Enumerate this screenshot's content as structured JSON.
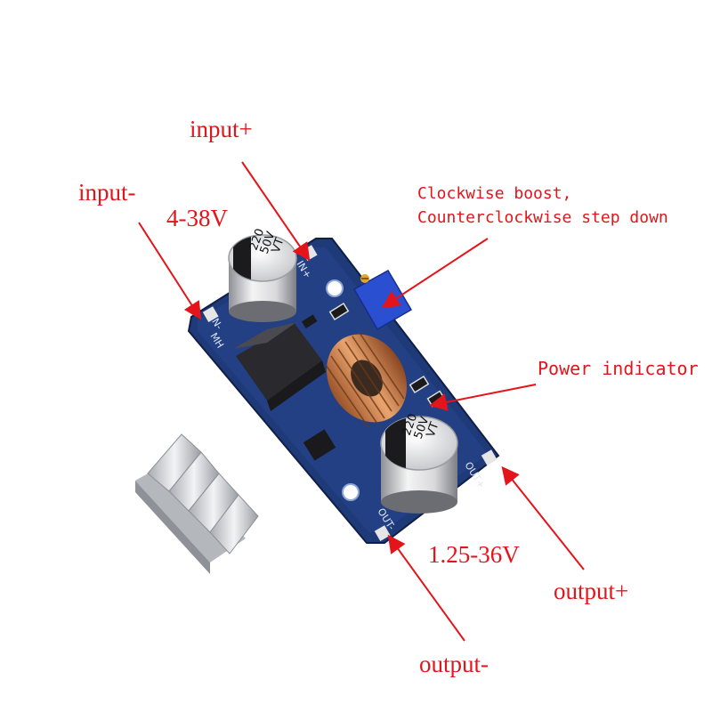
{
  "labels": {
    "input_plus": "input+",
    "input_minus": "input-",
    "input_range": "4-38V",
    "potentiometer_line1": "Clockwise boost,",
    "potentiometer_line2": "Counterclockwise step down",
    "power_indicator": "Power indicator",
    "output_range": "1.25-36V",
    "output_plus": "output+",
    "output_minus": "output-"
  },
  "capacitor_text": {
    "value": "220",
    "voltage": "50V",
    "series": "VT"
  },
  "pcb_silkscreen": {
    "in_minus": "IN-",
    "in_plus": "IN+",
    "out_minus": "OUT-",
    "out_plus": "OUT+",
    "mh": "MH"
  },
  "colors": {
    "annotation": "#e4141b",
    "pcb": "#1f3a78",
    "inductor_copper": "#c8794a",
    "heatsink": "#d2d4d8"
  }
}
